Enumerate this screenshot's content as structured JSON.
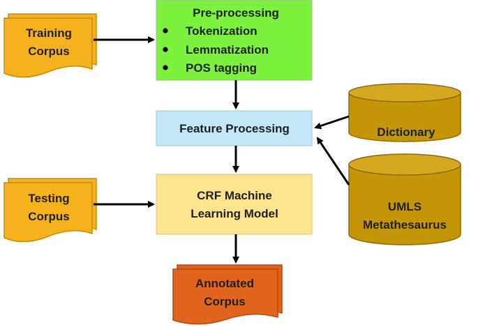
{
  "diagram": {
    "training_corpus": {
      "line1": "Training",
      "line2": "Corpus"
    },
    "testing_corpus": {
      "line1": "Testing",
      "line2": "Corpus"
    },
    "preprocessing": {
      "title": "Pre-processing",
      "items": [
        "Tokenization",
        "Lemmatization",
        "POS tagging"
      ]
    },
    "feature_processing": {
      "label": "Feature Processing"
    },
    "crf_model": {
      "line1": "CRF Machine",
      "line2": "Learning Model"
    },
    "annotated_corpus": {
      "line1": "Annotated",
      "line2": "Corpus"
    },
    "dictionary": {
      "label": "Dictionary"
    },
    "umls": {
      "line1": "UMLS",
      "line2": "Metathesaurus"
    }
  },
  "colors": {
    "corpus_fill": "#F5B21C",
    "corpus_stroke": "#C98A0C",
    "preprocessing_fill": "#7CF23F",
    "feature_fill": "#C2E8F8",
    "crf_fill": "#FAE48E",
    "annotated_fill": "#E1641E",
    "db_fill": "#C59508",
    "db_top": "#D6A81F",
    "db_stroke": "#8C6A05",
    "arrow": "#000000"
  }
}
